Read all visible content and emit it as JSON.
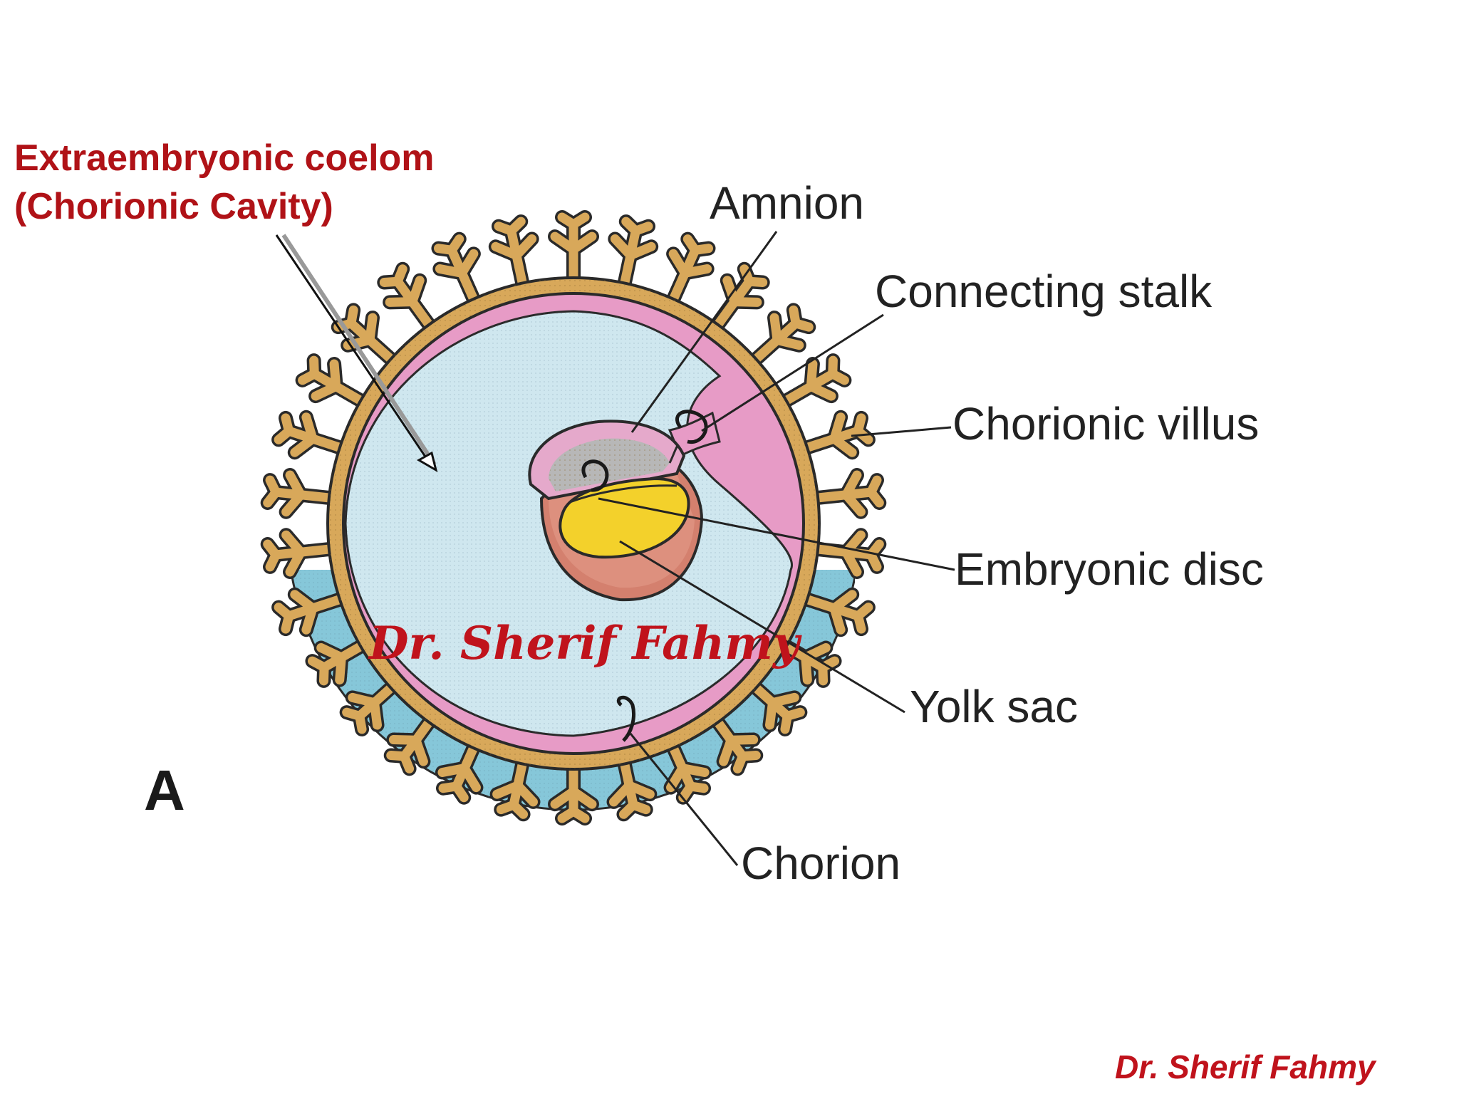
{
  "title": {
    "line1": "Extraembryonic coelom",
    "line2": "(Chorionic Cavity)"
  },
  "labels": {
    "amnion": "Amnion",
    "connecting_stalk": "Connecting stalk",
    "chorionic_villus": "Chorionic villus",
    "embryonic_disc": "Embryonic disc",
    "yolk_sac": "Yolk sac",
    "chorion": "Chorion"
  },
  "panel_letter": "A",
  "watermark": "Dr. Sherif Fahmy",
  "footer_credit": "Dr. Sherif Fahmy",
  "colors": {
    "title_red": "#b01217",
    "cavity_blue": "#cfe6ee",
    "chorion_pink": "#e69ac4",
    "trophoblast_tan": "#d8a85a",
    "decidua_blue": "#7fc3d6",
    "yolk_yellow": "#f2cf2a",
    "sac_red": "#d07a6c",
    "amniotic_gray": "#b9b9b9",
    "leader_line": "#222222"
  }
}
